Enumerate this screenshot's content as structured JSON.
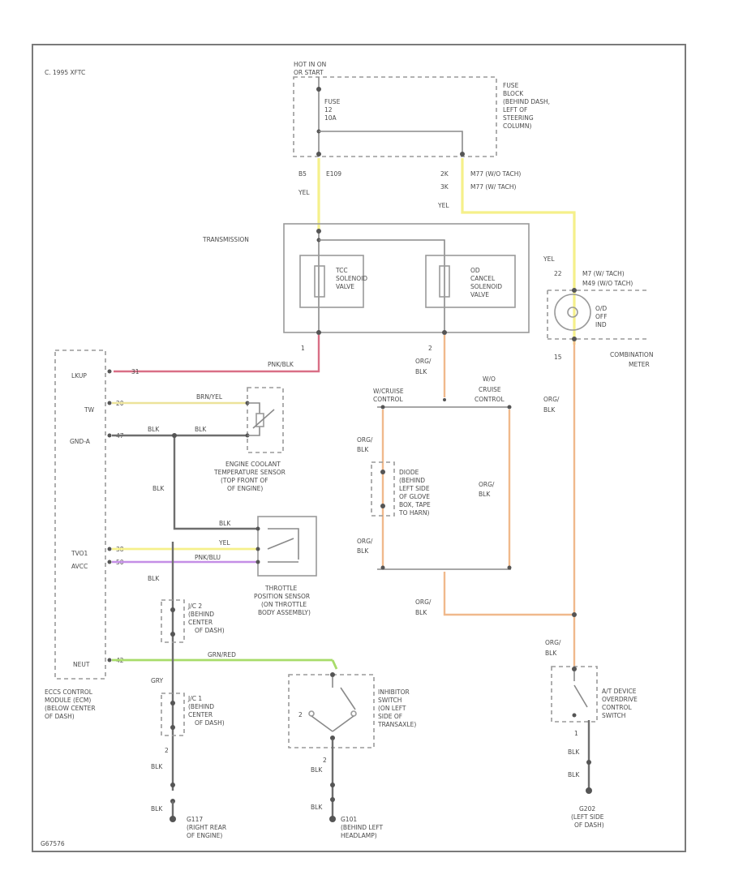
{
  "corner_note": "C. 1995 XFTC",
  "footer_code": "G67576",
  "fuse": {
    "hot_label_1": "HOT IN ON",
    "hot_label_2": "OR START",
    "fuse_line1": "FUSE",
    "fuse_line2": "12",
    "fuse_line3": "10A",
    "location": [
      "FUSE",
      "BLOCK",
      "(BEHIND DASH,",
      "LEFT OF",
      "STEERING",
      "COLUMN)"
    ]
  },
  "wires_top": {
    "left_pin": "B5",
    "left_conn": "E109",
    "left_color": "YEL",
    "right_pin1": "2K",
    "right_conn1": "M77 (W/O TACH)",
    "right_pin2": "3K",
    "right_conn2": "M77 (W/ TACH)",
    "right_color": "YEL"
  },
  "transmission": {
    "title": "TRANSMISSION",
    "tcc_lines": [
      "TCC",
      "SOLENOID",
      "VALVE"
    ],
    "od_lines": [
      "OD",
      "CANCEL",
      "SOLENOID",
      "VALVE"
    ],
    "pin1": "1",
    "pin2": "2",
    "wire1_color": "PNK/BLK",
    "wire2_color_1": "ORG/",
    "wire2_color_2": "BLK"
  },
  "meter": {
    "wire_top_color": "YEL",
    "pin_top": "22",
    "conn_top": "M7 (W/ TACH)",
    "conn_top2": "M49 (W/O TACH)",
    "lamp_lines": [
      "O/D",
      "OFF",
      "IND"
    ],
    "pin_bot": "15",
    "label_1": "COMBINATION",
    "label_2": "METER",
    "wire_bot_1": "ORG/",
    "wire_bot_2": "BLK"
  },
  "ecm": {
    "pins": [
      "LKUP",
      "TW",
      "GND-A",
      "TVO1",
      "AVCC",
      "NEUT"
    ],
    "pin_nums": [
      "31",
      "20",
      "47",
      "38",
      "50",
      "42"
    ],
    "wire_lkup": "PNK/BLK",
    "wire_tw": "BRN/YEL",
    "wire_gnd_1": "BLK",
    "wire_gnd_2": "BLK",
    "wire_tvo": "YEL",
    "wire_avcc": "PNK/BLU",
    "wire_neut": "GRN/RED",
    "label_lines": [
      "ECCS CONTROL",
      "MODULE (ECM)",
      "(BELOW CENTER",
      "OF DASH)"
    ]
  },
  "coolant": {
    "label_lines": [
      "ENGINE COOLANT",
      "TEMPERATURE SENSOR",
      "(TOP FRONT OF",
      "OF ENGINE)"
    ],
    "gnd_wire": "BLK"
  },
  "throttle": {
    "wire_1": "BLK",
    "wire_2": "YEL",
    "wire_3": "PNK/BLU",
    "label_lines": [
      "THROTTLE",
      "POSITION SENSOR",
      "(ON THROTTLE",
      "BODY ASSEMBLY)"
    ]
  },
  "joints": {
    "j2_wire": "BLK",
    "j2_lines": [
      "J/C 2",
      "(BEHIND",
      "CENTER",
      "OF DASH)"
    ],
    "j1_wire": "GRY",
    "j1_lines": [
      "J/C 1",
      "(BEHIND",
      "CENTER",
      "OF DASH)"
    ],
    "pin_2": "2",
    "blk_1": "BLK",
    "blk_2": "BLK",
    "ground_lines": [
      "G117",
      "(RIGHT REAR",
      "OF ENGINE)"
    ]
  },
  "cruise": {
    "left_title_1": "W/CRUISE",
    "left_title_2": "CONTROL",
    "right_title_1": "W/O",
    "right_title_2": "CRUISE",
    "right_title_3": "CONTROL",
    "diode_lines": [
      "DIODE",
      "(BEHIND",
      "LEFT SIDE",
      "OF GLOVE",
      "BOX, TAPE",
      "TO HARN)"
    ],
    "wire_upper_1": "ORG/",
    "wire_upper_2": "BLK",
    "wire_lower_1": "ORG/",
    "wire_lower_2": "BLK",
    "wire_right_1": "ORG/",
    "wire_right_2": "BLK",
    "wire_bottom_1": "ORG/",
    "wire_bottom_2": "BLK"
  },
  "inhibitor": {
    "label_lines": [
      "INHIBITOR",
      "SWITCH",
      "(ON LEFT",
      "SIDE OF",
      "TRANSAXLE)"
    ],
    "pin_2": "2",
    "wire": "BLK",
    "blk": "BLK",
    "ground_lines": [
      "G101",
      "(BEHIND LEFT",
      "HEADLAMP)"
    ]
  },
  "overdrive": {
    "wire_top_1": "ORG/",
    "wire_top_2": "BLK",
    "label_lines": [
      "A/T DEVICE",
      "OVERDRIVE",
      "CONTROL",
      "SWITCH"
    ],
    "pin": "1",
    "wire_1": "BLK",
    "wire_2": "BLK",
    "ground_lines": [
      "G202",
      "(LEFT SIDE",
      "OF DASH)"
    ]
  },
  "colors": {
    "yel": "#f5f08a",
    "pnk_blk": "#d96f86",
    "brn_yel": "#ece39a",
    "pnk_blu": "#c48ee6",
    "grn_red": "#a8dc6a",
    "org_blk": "#f0b98c"
  }
}
